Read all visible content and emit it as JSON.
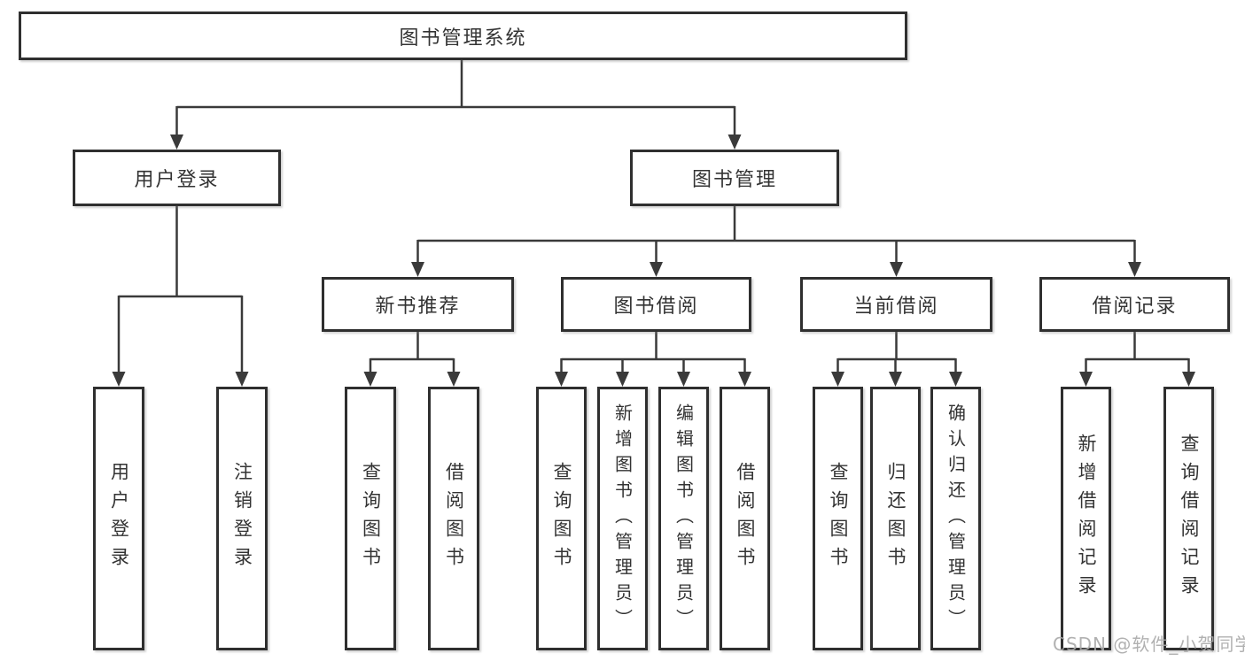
{
  "diagram": {
    "title": "图书管理系统",
    "branches": [
      {
        "label": "用户登录",
        "leaves": [
          "用户登录",
          "注销登录"
        ]
      },
      {
        "label": "图书管理",
        "sections": [
          {
            "label": "新书推荐",
            "leaves": [
              "查询图书",
              "借阅图书"
            ]
          },
          {
            "label": "图书借阅",
            "leaves": [
              "查询图书",
              "新增图书（管理员）",
              "编辑图书（管理员）",
              "借阅图书"
            ]
          },
          {
            "label": "当前借阅",
            "leaves": [
              "查询图书",
              "归还图书",
              "确认归还（管理员）"
            ]
          },
          {
            "label": "借阅记录",
            "leaves": [
              "新增借阅记录",
              "查询借阅记录"
            ]
          }
        ]
      }
    ]
  },
  "watermark": "CSDN @软件_小贺同学",
  "colors": {
    "line": "#3a3a3a",
    "border": "#2f2f2f",
    "text": "#333333",
    "background": "#ffffff",
    "watermark": "#a8a8a8"
  }
}
